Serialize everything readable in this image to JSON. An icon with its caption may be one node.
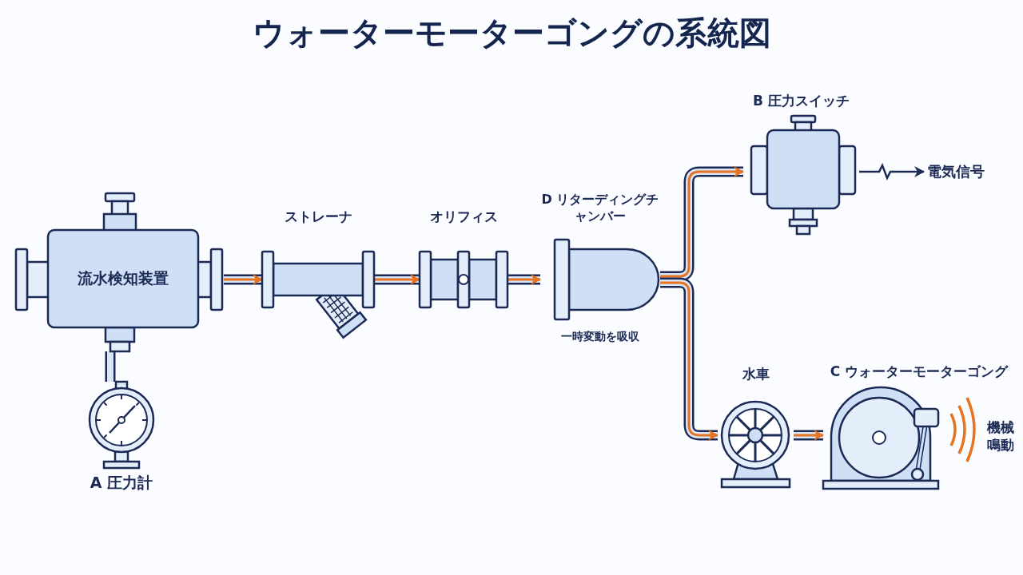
{
  "diagram": {
    "title": "ウォーターモーターゴングの系統図",
    "nodes": [
      {
        "text": [
          "流水検知装置"
        ]
      },
      {
        "text": [
          "A 圧力計"
        ]
      },
      {
        "text": [
          "ストレーナ"
        ]
      },
      {
        "text": [
          "オリフィス"
        ]
      },
      {
        "text": [
          "D リターディングチャンバー"
        ],
        "beside": [
          "一時変動を吸収"
        ]
      },
      {
        "text": [
          "B 圧力スイッチ"
        ]
      },
      {
        "text": [
          "電気信号"
        ]
      },
      {
        "text": [
          "水車"
        ]
      },
      {
        "text": [
          "C ウォーターモーターゴング"
        ],
        "beside": [
          "機械鳴動"
        ]
      }
    ],
    "edges": [
      {
        "from": 0,
        "to": 1,
        "arrow": "none",
        "color": "#d9e6f8"
      },
      {
        "from": 0,
        "to": 2,
        "arrow": "to"
      },
      {
        "from": 2,
        "to": 3,
        "arrow": "to"
      },
      {
        "from": 3,
        "to": 4,
        "arrow": "to"
      },
      {
        "from": 4,
        "to": 5,
        "arrow": "to"
      },
      {
        "from": 4,
        "to": 7,
        "arrow": "to"
      },
      {
        "from": 7,
        "to": 8,
        "arrow": "to"
      },
      {
        "from": 5,
        "to": 6,
        "arrow": "to",
        "color": "#1b2a55"
      }
    ]
  }
}
